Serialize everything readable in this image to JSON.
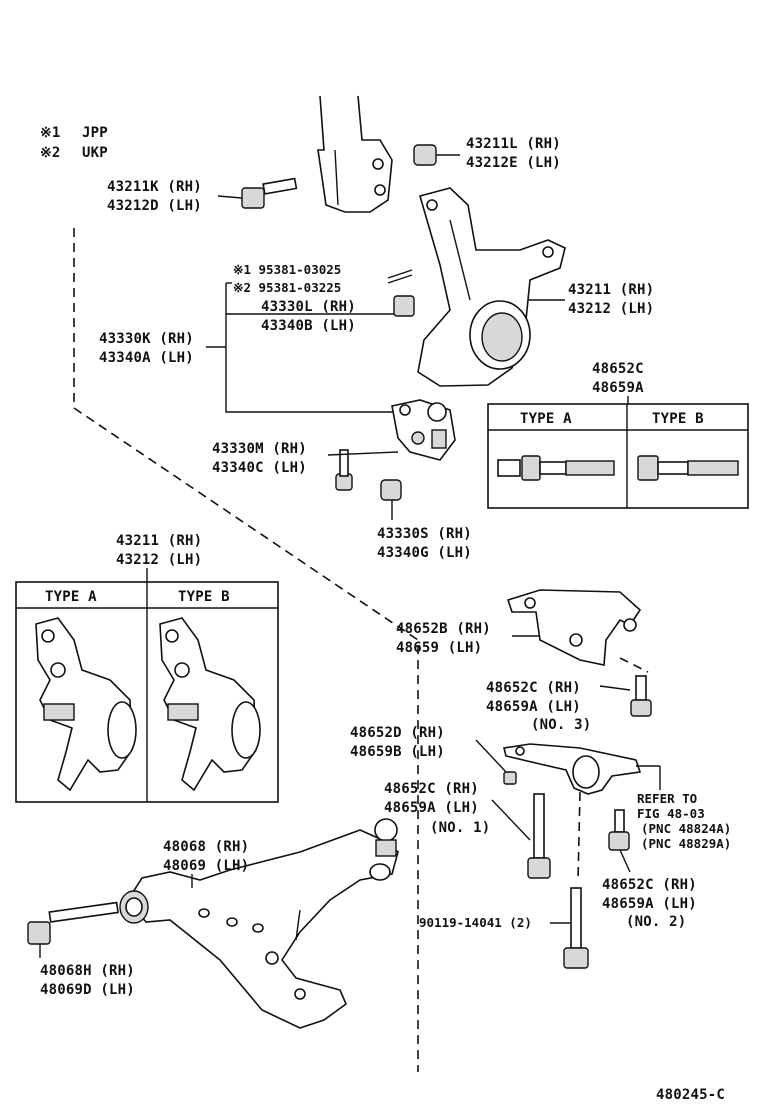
{
  "legend": [
    {
      "mark": "※1",
      "text": "JPP"
    },
    {
      "mark": "※2",
      "text": "UKP"
    }
  ],
  "labels": {
    "nut_top": [
      "43211L (RH)",
      "43212E (LH)"
    ],
    "bolt_top": [
      "43211K (RH)",
      "43212D (LH)"
    ],
    "pin1": "※1 95381-03025",
    "pin2": "※2 95381-03225",
    "nut_castle": [
      "43330L (RH)",
      "43340B (LH)"
    ],
    "ball_joint": [
      "43330K (RH)",
      "43340A (LH)"
    ],
    "knuckle": [
      "43211 (RH)",
      "43212 (LH)"
    ],
    "bolt_bj": [
      "43330M (RH)",
      "43340C (LH)"
    ],
    "nut_bj": [
      "43330S (RH)",
      "43340G (LH)"
    ],
    "bolt_types_top": [
      "48652C",
      "48659A"
    ],
    "knuckle_types_top": [
      "43211 (RH)",
      "43212 (LH)"
    ],
    "bracket": [
      "48652B (RH)",
      "48659  (LH)"
    ],
    "bolt_no3": [
      "48652C (RH)",
      "48659A (LH)",
      "(NO. 3)"
    ],
    "nut_small": [
      "48652D (RH)",
      "48659B (LH)"
    ],
    "bolt_no1": [
      "48652C (RH)",
      "48659A (LH)",
      "(NO. 1)"
    ],
    "refer": [
      "REFER TO",
      "FIG 48-03",
      "(PNC 48824A)",
      "(PNC 48829A)"
    ],
    "bolt_no2": [
      "48652C (RH)",
      "48659A (LH)",
      "(NO. 2)"
    ],
    "bolt_90119": "90119-14041 (2)",
    "arm": [
      "48068 (RH)",
      "48069 (LH)"
    ],
    "arm_bolt": [
      "48068H (RH)",
      "48069D (LH)"
    ],
    "figure_id": "480245-C"
  },
  "type_boxes": {
    "bolt": {
      "a": "TYPE  A",
      "b": "TYPE  B"
    },
    "knuckle": {
      "a": "TYPE  A",
      "b": "TYPE  B"
    }
  }
}
